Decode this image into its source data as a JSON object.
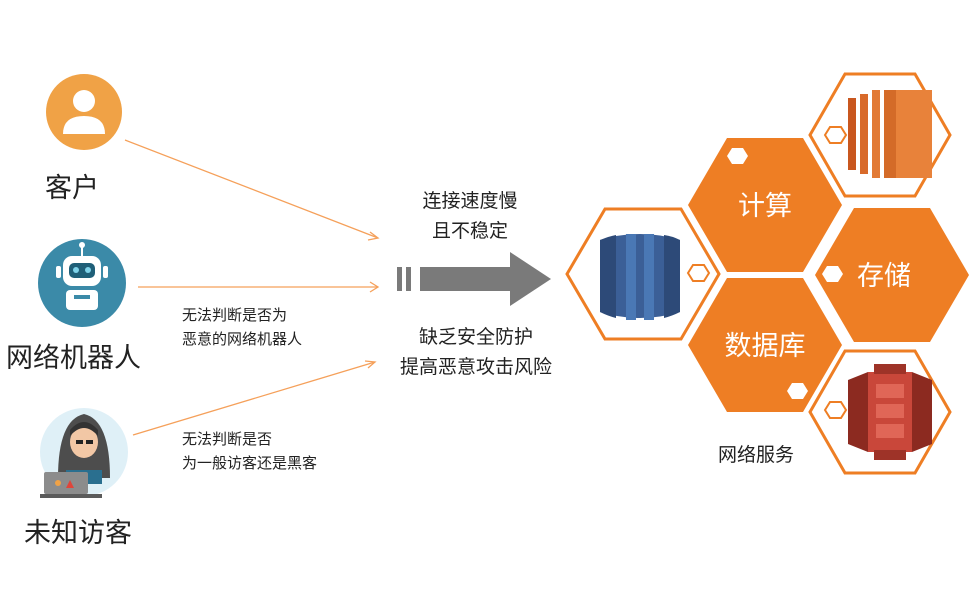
{
  "actors": {
    "customer": "客户",
    "bot": "网络机器人",
    "visitor": "未知访客"
  },
  "notes": {
    "bot_line1": "无法判断是否为",
    "bot_line2": "恶意的网络机器人",
    "visitor_line1": "无法判断是否",
    "visitor_line2": "为一般访客还是黑客"
  },
  "problems": {
    "top_line1": "连接速度慢",
    "top_line2": "且不稳定",
    "bottom_line1": "缺乏安全防护",
    "bottom_line2": "提高恶意攻击风险"
  },
  "services": {
    "compute": "计算",
    "storage": "存储",
    "database": "数据库",
    "caption": "网络服务"
  },
  "colors": {
    "orange": "#ee7e24",
    "customer_circle": "#f0a246",
    "bot_circle": "#3b8aa8",
    "arrow_gray": "#7a7a7a",
    "line_orange": "#f5a05a"
  }
}
